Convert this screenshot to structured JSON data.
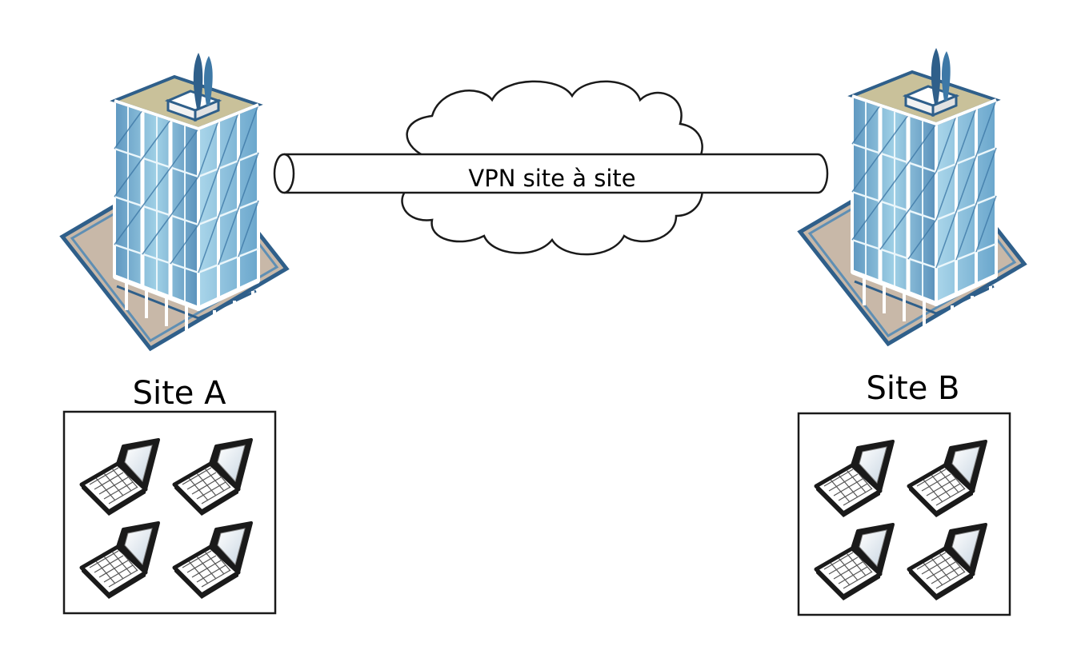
{
  "tunnel": {
    "label": "VPN site à site"
  },
  "sites": [
    {
      "label": "Site A",
      "laptop_count": 4
    },
    {
      "label": "Site B",
      "laptop_count": 4
    }
  ],
  "colors": {
    "glass_light": "#cfe7f3",
    "glass_mid": "#8fc3dd",
    "glass_dark": "#3d78a6",
    "frame": "#2f5f8a",
    "roof": "#c9c19a",
    "plaza": "#c8b8a8",
    "outline": "#1a1a1a",
    "screen": "#e6eef5"
  }
}
